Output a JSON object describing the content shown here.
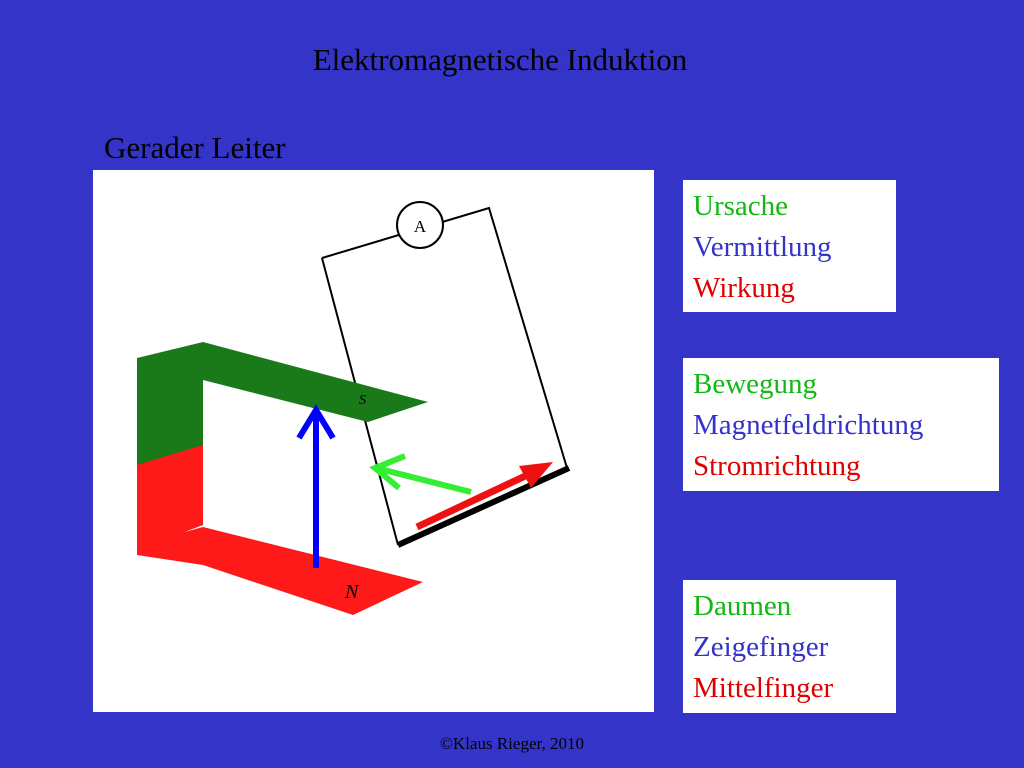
{
  "slide": {
    "title": "Elektromagnetische Induktion",
    "subtitle": "Gerader Leiter",
    "footer": "©Klaus Rieger, 2010"
  },
  "legend_boxes": [
    {
      "lines": [
        "Ursache",
        "Vermittlung",
        "Wirkung"
      ]
    },
    {
      "lines": [
        "Bewegung",
        "Magnetfeldrichtung",
        "Stromrichtung"
      ]
    },
    {
      "lines": [
        "Daumen",
        "Zeigefinger",
        "Mittelfinger"
      ]
    }
  ],
  "diagram": {
    "ammeter_label": "A",
    "north_pole_label": "N",
    "south_pole_label": "S"
  },
  "colors": {
    "background": "#3434c8",
    "green": "#14b814",
    "blue": "#3434c8",
    "red": "#e00000",
    "magnet_green": "#1a7a1a",
    "magnet_red": "#ff1a1a",
    "arrow_blue": "#0000ff",
    "arrow_green": "#33ee33",
    "arrow_red": "#ee1111"
  }
}
